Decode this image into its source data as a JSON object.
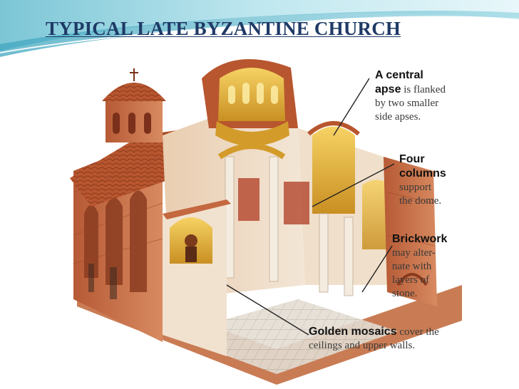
{
  "slide": {
    "title": "TYPICAL LATE BYZANTINE CHURCH"
  },
  "colors": {
    "title": "#1f3a66",
    "swoosh_light": "#cfeef3",
    "swoosh_mid": "#8fd0de",
    "swoosh_dark": "#4fb2c8",
    "brick": "#c4683f",
    "roof": "#b4532f",
    "gold": "#e2b43a",
    "wall": "#ead8c4",
    "floor": "#d9d2c7"
  },
  "callouts": {
    "apse": {
      "line1_bold": "A central",
      "line2_bold": "apse",
      "line2_rest": " is flanked",
      "line3": "by two smaller",
      "line4": "side apses."
    },
    "columns": {
      "line1_bold": "Four",
      "line2_bold": "columns",
      "line3": "support",
      "line4": "the dome."
    },
    "brickwork": {
      "line1_bold": "Brickwork",
      "line2": "may alter-",
      "line3": "nate with",
      "line4": "layers of",
      "line5": "stone."
    },
    "mosaics": {
      "line1_bold": "Golden mosaics",
      "line1_rest": " cover the",
      "line2": "ceilings and upper walls."
    }
  }
}
